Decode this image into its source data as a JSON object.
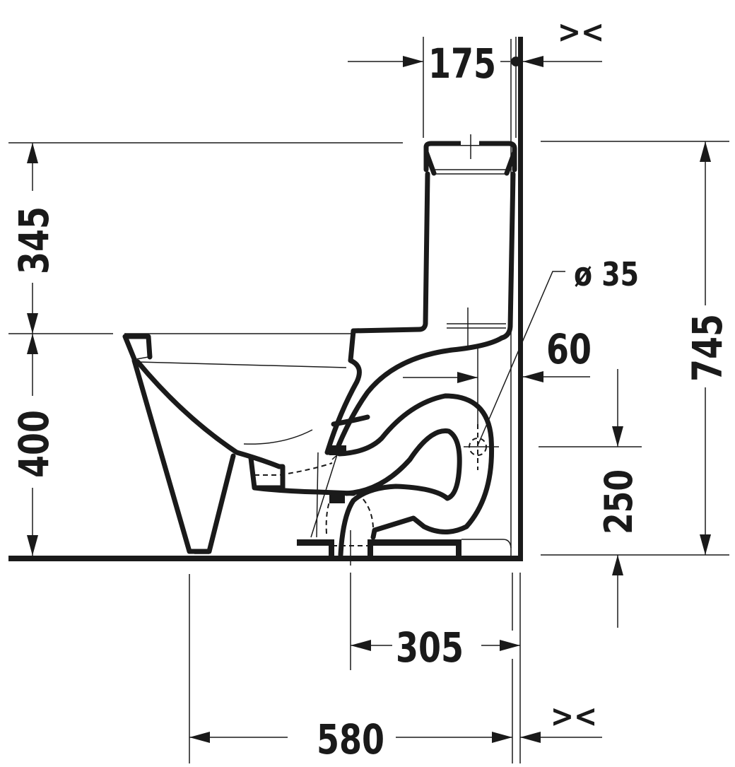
{
  "drawing": {
    "subject": "Close-coupled toilet, side elevation",
    "units": "mm",
    "color_line": "#1a1a1a",
    "color_background": "#ffffff"
  },
  "dimensions": {
    "tank_depth_from_wall": "175",
    "tank_height_above_rim": "345",
    "rim_height": "400",
    "overall_height": "745",
    "water_inlet_diameter": "ø 35",
    "inlet_offset_from_wall": "60",
    "inlet_height": "250",
    "outlet_distance_from_wall": "305",
    "overall_depth": "580"
  },
  "symbols": {
    "wall_gap_top": "><",
    "wall_gap_bottom": "><"
  }
}
